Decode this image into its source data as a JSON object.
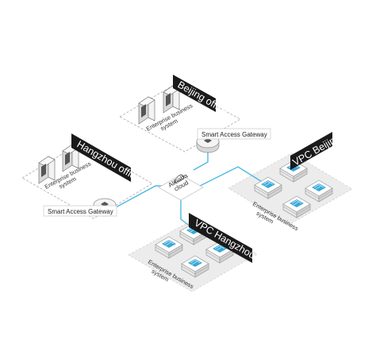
{
  "offices": [
    {
      "label": "Hangzhou office",
      "system": [
        "Enterprise business",
        "system"
      ],
      "gateway": "Smart Access Gateway"
    },
    {
      "label": "Beijing office",
      "system": [
        "Enterprise business",
        "system"
      ],
      "gateway": "Smart Access Gateway"
    }
  ],
  "cloud": {
    "lines": [
      "Alibaba",
      "cloud"
    ],
    "icon": "cloud-icon"
  },
  "vpcs": [
    {
      "label": "VPC Hangzhou",
      "system": [
        "Enterprise business",
        "system"
      ],
      "icon": "server-stack-icon"
    },
    {
      "label": "VPC Beijing",
      "system": [
        "Enterprise business",
        "system"
      ],
      "icon": "server-stack-icon"
    }
  ],
  "colors": {
    "link": "#4cb9e0",
    "server_accent": "#3aa8d8",
    "tag": "#1a1a1a",
    "vpc_zone": "#ececec"
  }
}
